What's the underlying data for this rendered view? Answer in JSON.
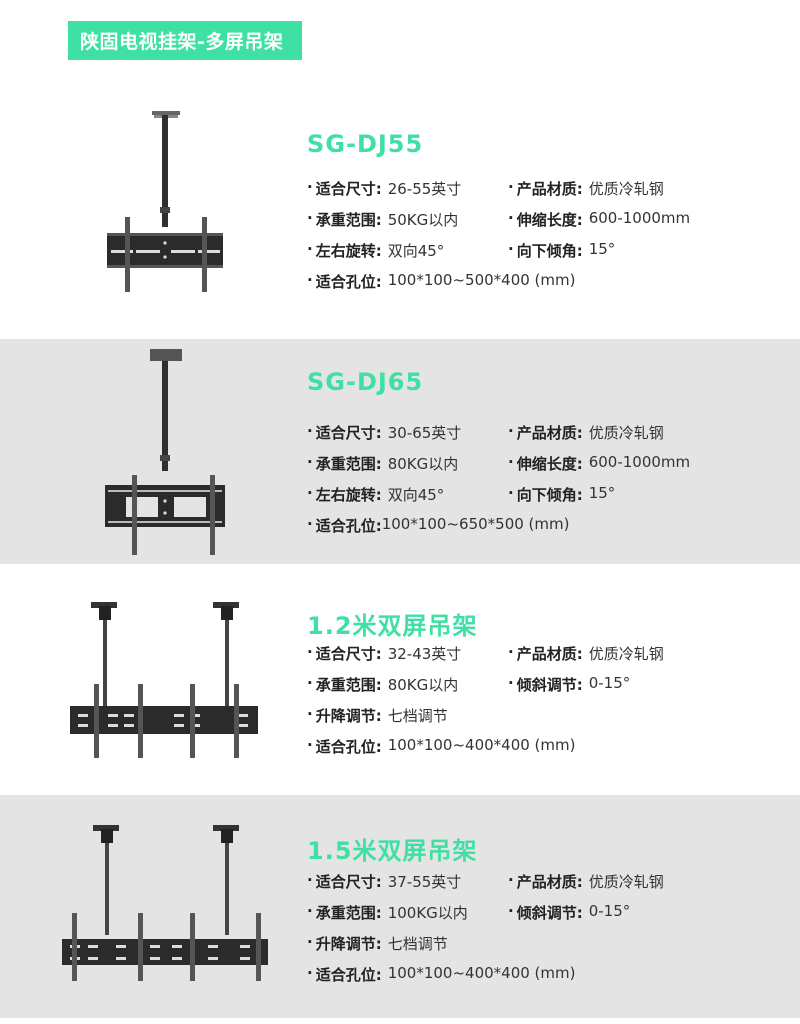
{
  "banner": {
    "title": "陕固电视挂架-多屏吊架"
  },
  "colors": {
    "accent": "#3ee0a4",
    "section_gray": "#e4e4e4",
    "text": "#2a2a2a"
  },
  "products": [
    {
      "name": "SG-DJ55",
      "image_icon": "single-ceiling-tv-mount",
      "specs": [
        [
          {
            "k": "适合尺寸:",
            "v": "26-55英寸"
          },
          {
            "k": "产品材质:",
            "v": "优质冷轧钢"
          }
        ],
        [
          {
            "k": "承重范围:",
            "v": "50KG以内"
          },
          {
            "k": "伸缩长度:",
            "v": "600-1000mm"
          }
        ],
        [
          {
            "k": "左右旋转:",
            "v": "双向45°"
          },
          {
            "k": "向下倾角:",
            "v": "15°"
          }
        ],
        [
          {
            "k": "适合孔位:",
            "v": "100*100~500*400 (mm)"
          }
        ]
      ]
    },
    {
      "name": "SG-DJ65",
      "image_icon": "single-ceiling-tv-mount-large",
      "specs": [
        [
          {
            "k": "适合尺寸:",
            "v": "30-65英寸"
          },
          {
            "k": "产品材质:",
            "v": "优质冷轧钢"
          }
        ],
        [
          {
            "k": "承重范围:",
            "v": "80KG以内"
          },
          {
            "k": "伸缩长度:",
            "v": "600-1000mm"
          }
        ],
        [
          {
            "k": "左右旋转:",
            "v": "双向45°"
          },
          {
            "k": "向下倾角:",
            "v": "15°"
          }
        ],
        [
          {
            "k": "适合孔位:",
            "v": "100*100~650*500 (mm)"
          }
        ]
      ]
    },
    {
      "name": "1.2米双屏吊架",
      "image_icon": "dual-screen-ceiling-mount-1.2m",
      "specs": [
        [
          {
            "k": "适合尺寸:",
            "v": "32-43英寸"
          },
          {
            "k": "产品材质:",
            "v": "优质冷轧钢"
          }
        ],
        [
          {
            "k": "承重范围:",
            "v": "80KG以内"
          },
          {
            "k": "倾斜调节:",
            "v": "0-15°"
          }
        ],
        [
          {
            "k": "升降调节:",
            "v": "七档调节"
          }
        ],
        [
          {
            "k": "适合孔位:",
            "v": "100*100~400*400 (mm)"
          }
        ]
      ]
    },
    {
      "name": "1.5米双屏吊架",
      "image_icon": "dual-screen-ceiling-mount-1.5m",
      "specs": [
        [
          {
            "k": "适合尺寸:",
            "v": "37-55英寸"
          },
          {
            "k": "产品材质:",
            "v": "优质冷轧钢"
          }
        ],
        [
          {
            "k": "承重范围:",
            "v": "100KG以内"
          },
          {
            "k": "倾斜调节:",
            "v": "0-15°"
          }
        ],
        [
          {
            "k": "升降调节:",
            "v": "七档调节"
          }
        ],
        [
          {
            "k": "适合孔位:",
            "v": "100*100~400*400 (mm)"
          }
        ]
      ]
    }
  ]
}
